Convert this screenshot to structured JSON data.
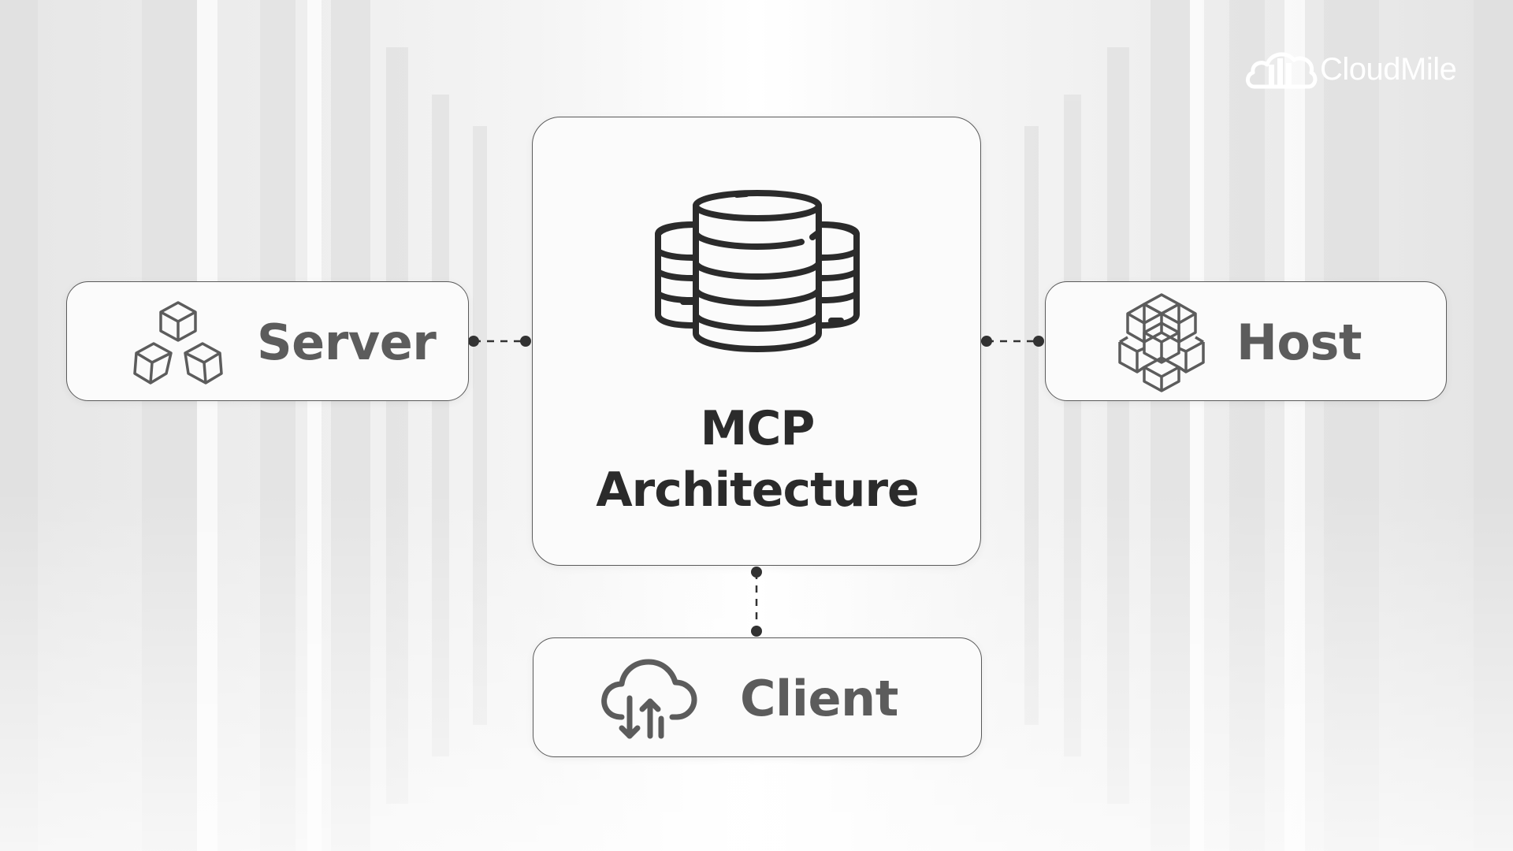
{
  "brand": {
    "name": "CloudMile",
    "icon": "cloud-building-logo"
  },
  "center": {
    "title_line1": "MCP",
    "title_line2": "Architecture",
    "icon": "database-cluster-icon"
  },
  "nodes": {
    "server": {
      "label": "Server",
      "icon": "three-cubes-icon"
    },
    "host": {
      "label": "Host",
      "icon": "cube-cluster-icon"
    },
    "client": {
      "label": "Client",
      "icon": "cloud-sync-icon"
    }
  },
  "colors": {
    "card_border": "#5a5a5a",
    "title": "#2b2b2b",
    "label": "#5c5c5c",
    "connector": "#333333",
    "background": "#f1f1f1"
  }
}
